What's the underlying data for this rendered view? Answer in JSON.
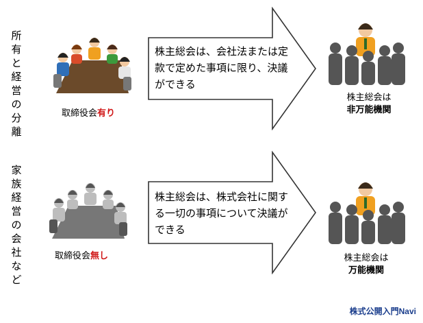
{
  "rows": [
    {
      "side_label": "所有と経営の分離",
      "board_prefix": "取締役会",
      "board_emphasis": "有り",
      "arrow_text": "株主総会は、会社法または定款で定めた事項に限り、決議ができる",
      "result_line1": "株主総会は",
      "result_line2": "非万能機関"
    },
    {
      "side_label": "家族経営の会社など",
      "board_prefix": "取締役会",
      "board_emphasis": "無し",
      "arrow_text": "株主総会は、株式会社に関する一切の事項について決議ができる",
      "result_line1": "株主総会は",
      "result_line2": "万能機関"
    }
  ],
  "brand": "株式公開入門Navi",
  "colors": {
    "emphasis": "#d01818",
    "brand": "#1a3d8c",
    "table_brown": "#6b4a2a",
    "audience_gray": "#555555",
    "leader_orange": "#f0a020"
  }
}
